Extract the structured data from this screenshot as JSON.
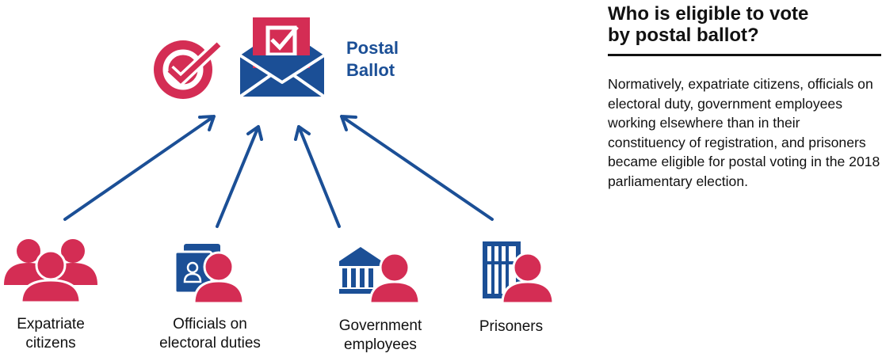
{
  "postal_ballot": {
    "label": "Postal\nBallot"
  },
  "groups": [
    {
      "label": "Expatriate\ncitizens",
      "icon": "people-group-icon"
    },
    {
      "label": "Officials on\nelectoral duties",
      "icon": "official-id-icon"
    },
    {
      "label": "Government\nemployees",
      "icon": "government-building-icon"
    },
    {
      "label": "Prisoners",
      "icon": "prison-cell-icon"
    }
  ],
  "sidebar": {
    "title": "Who is eligible to vote\nby postal ballot?",
    "text": "Normatively, expatriate citizens, officials on electoral duty, government employees working elsewhere than in their constituency of registration, and prisoners became eligible for postal voting in the 2018 parliamentary election."
  },
  "colors": {
    "red": "#d42d54",
    "blue": "#1b4f96",
    "text": "#111111"
  }
}
